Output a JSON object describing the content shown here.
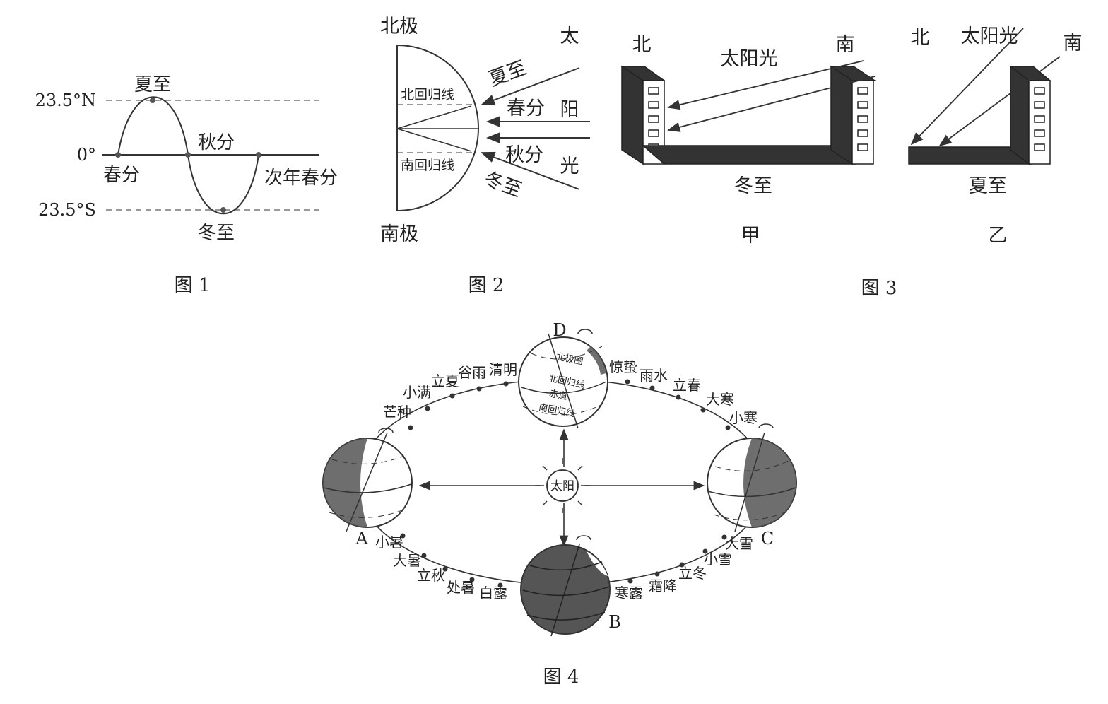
{
  "fig1": {
    "caption": "图 1",
    "lat_n": "23.5°N",
    "lat_0": "0°",
    "lat_s": "23.5°S",
    "summer": "夏至",
    "spring": "春分",
    "autumn": "秋分",
    "next_spring": "次年春分",
    "winter": "冬至"
  },
  "fig2": {
    "caption": "图 2",
    "north_pole": "北极",
    "south_pole": "南极",
    "tropic_n": "北回归线",
    "tropic_s": "南回归线",
    "summer": "夏至",
    "spring": "春分",
    "autumn": "秋分",
    "winter": "冬至",
    "sun1": "太",
    "sun2": "阳",
    "sun3": "光"
  },
  "fig3": {
    "caption": "图 3",
    "a": {
      "north": "北",
      "south": "南",
      "sunlight": "太阳光",
      "season": "冬至",
      "label": "甲"
    },
    "b": {
      "north": "北",
      "south": "南",
      "sunlight": "太阳光",
      "season": "夏至",
      "label": "乙"
    }
  },
  "fig4": {
    "caption": "图 4",
    "sun": "太阳",
    "point_a": "A",
    "point_b": "B",
    "point_c": "C",
    "point_d": "D",
    "globe_d_labels": [
      "北极圈",
      "北回归线",
      "赤道",
      "南回归线"
    ],
    "terms_top_left": [
      "芒种",
      "小满",
      "立夏",
      "谷雨",
      "清明"
    ],
    "terms_top_right": [
      "惊蛰",
      "雨水",
      "立春",
      "大寒",
      "小寒"
    ],
    "terms_bottom_left": [
      "小暑",
      "大暑",
      "立秋",
      "处暑",
      "白露"
    ],
    "terms_bottom_right": [
      "寒露",
      "霜降",
      "立冬",
      "小雪",
      "大雪"
    ]
  }
}
